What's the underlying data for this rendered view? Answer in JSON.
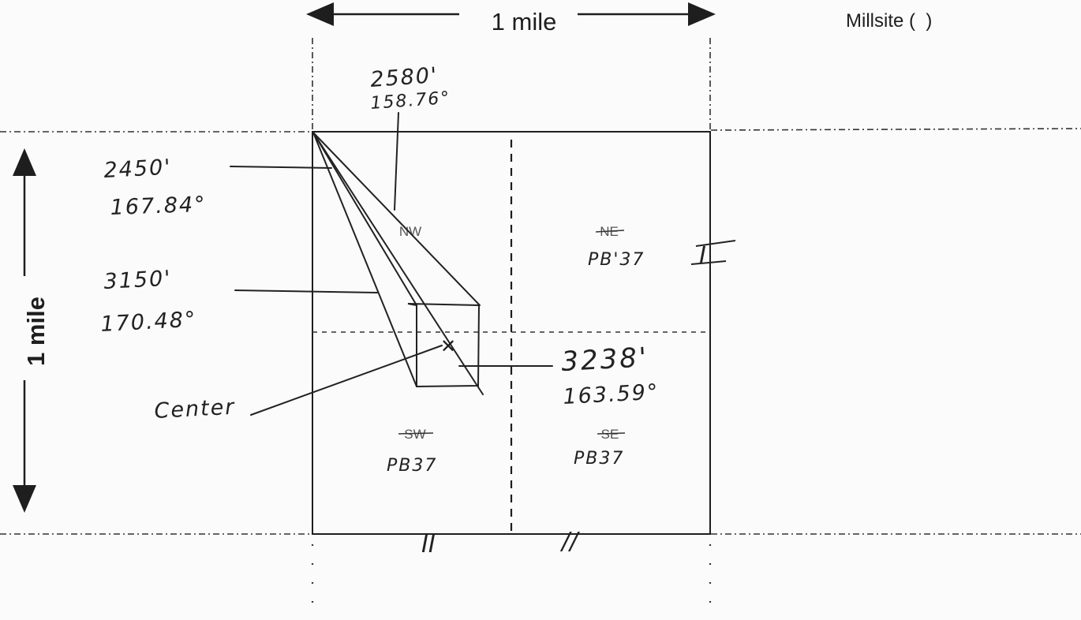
{
  "top_scale_label": "1 mile",
  "side_scale_label": "1 mile",
  "millsite_label": "Millsite (  )",
  "quadrants": {
    "nw": {
      "printed": "NW"
    },
    "ne": {
      "printed": "NE",
      "handwritten": "PB'37"
    },
    "sw": {
      "printed": "SW",
      "handwritten": "PB37"
    },
    "se": {
      "printed": "SE",
      "handwritten": "PB37"
    }
  },
  "measurements": [
    {
      "distance": "2580'",
      "bearing": "158.76°"
    },
    {
      "distance": "2450'",
      "bearing": "167.84°"
    },
    {
      "distance": "3150'",
      "bearing": "170.48°"
    },
    {
      "distance": "3238'",
      "bearing": "163.59°"
    }
  ],
  "center_label": "Center",
  "center_mark": "✕",
  "margin_marks": {
    "ne_roman": "I",
    "bottom_left": "II",
    "bottom_right": "//"
  },
  "colors": {
    "ink": "#1e1e1e",
    "paper": "#fbfbfb",
    "pencil": "#222222",
    "faint": "#555555"
  }
}
